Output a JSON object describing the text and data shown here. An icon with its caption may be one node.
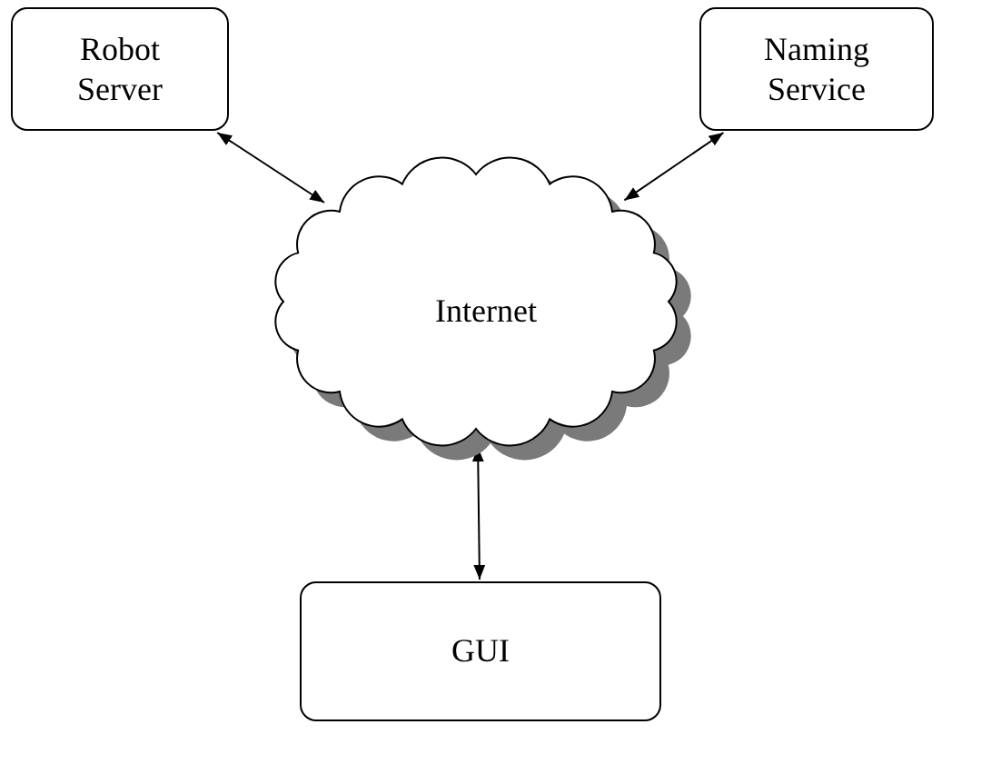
{
  "diagram": {
    "nodes": [
      {
        "text": [
          "Robot Server"
        ]
      },
      {
        "text": [
          "Naming Service"
        ]
      },
      {
        "text": [
          "Internet"
        ]
      },
      {
        "text": [
          "GUI"
        ]
      }
    ],
    "edges": [
      {
        "from": 0,
        "to": 2,
        "arrow": "both"
      },
      {
        "from": 1,
        "to": 2,
        "arrow": "both"
      },
      {
        "from": 2,
        "to": 3,
        "arrow": "both"
      }
    ]
  }
}
